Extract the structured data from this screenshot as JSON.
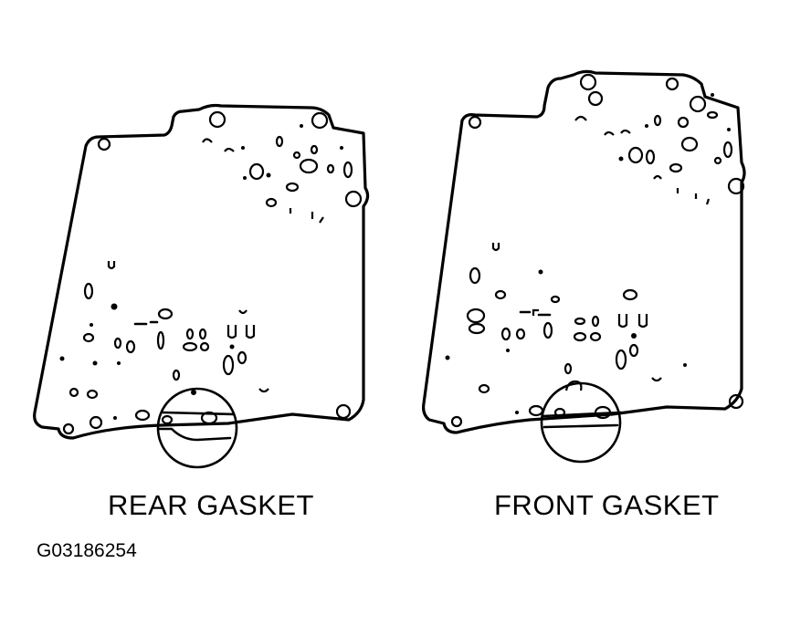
{
  "gaskets": [
    {
      "label": "REAR GASKET"
    },
    {
      "label": "FRONT GASKET"
    }
  ],
  "figure_id": "G03186254"
}
